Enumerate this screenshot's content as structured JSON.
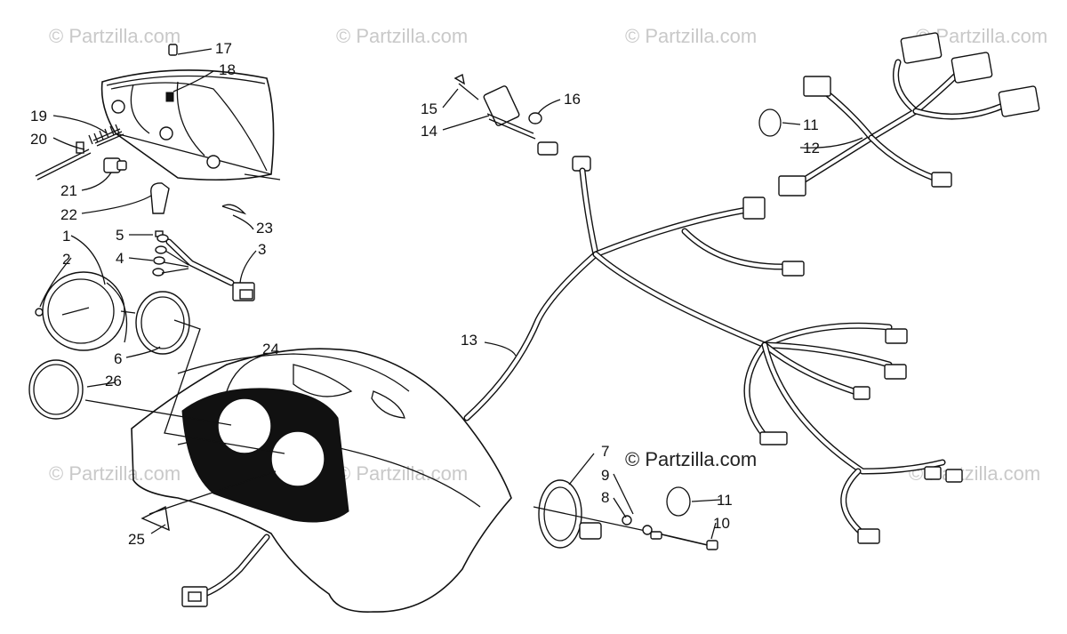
{
  "watermarks": [
    "© Partzilla.com",
    "© Partzilla.com",
    "© Partzilla.com",
    "© Partzilla.com",
    "© Partzilla.com",
    "© Partzilla.com",
    "© Partzilla.com"
  ],
  "watermark_main": "© Partzilla.com",
  "callouts": {
    "c1": "1",
    "c2": "2",
    "c3": "3",
    "c4": "4",
    "c5": "5",
    "c6": "6",
    "c7": "7",
    "c8": "8",
    "c9": "9",
    "c10": "10",
    "c11a": "11",
    "c11b": "11",
    "c12": "12",
    "c13": "13",
    "c14": "14",
    "c15": "15",
    "c16": "16",
    "c17": "17",
    "c18": "18",
    "c19": "19",
    "c20": "20",
    "c21": "21",
    "c22": "22",
    "c23": "23",
    "c24": "24",
    "c25": "25",
    "c26": "26"
  },
  "colors": {
    "line": "#111111",
    "watermark": "#c9c9c9",
    "background": "#ffffff"
  }
}
